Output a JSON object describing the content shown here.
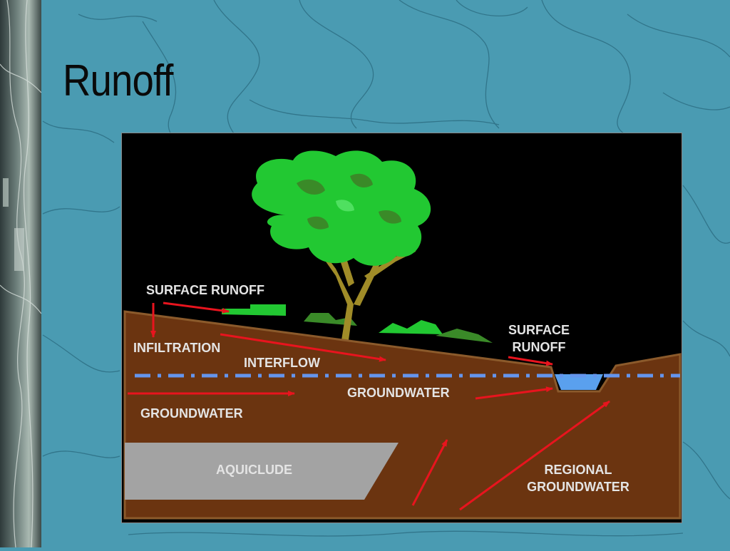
{
  "slide": {
    "title": "Runoff"
  },
  "diagram": {
    "labels": {
      "surface_runoff_left": "SURFACE RUNOFF",
      "infiltration": "INFILTRATION",
      "interflow": "INTERFLOW",
      "surface_runoff_right_line1": "SURFACE",
      "surface_runoff_right_line2": "RUNOFF",
      "groundwater_right": "GROUNDWATER",
      "groundwater_left": "GROUNDWATER",
      "aquiclude": "AQUICLUDE",
      "regional_groundwater_line1": "REGIONAL",
      "regional_groundwater_line2": "GROUNDWATER"
    },
    "colors": {
      "soil": "#6b3410",
      "soil_outline": "#8b5a2b",
      "aquiclude": "#a3a3a3",
      "water": "#5aa0ee",
      "water_table": "#6495ed",
      "arrow": "#e8141e",
      "foliage": "#22c832",
      "trunk": "#a08c28",
      "background": "#000000",
      "slide_background": "#4a9bb2"
    }
  }
}
